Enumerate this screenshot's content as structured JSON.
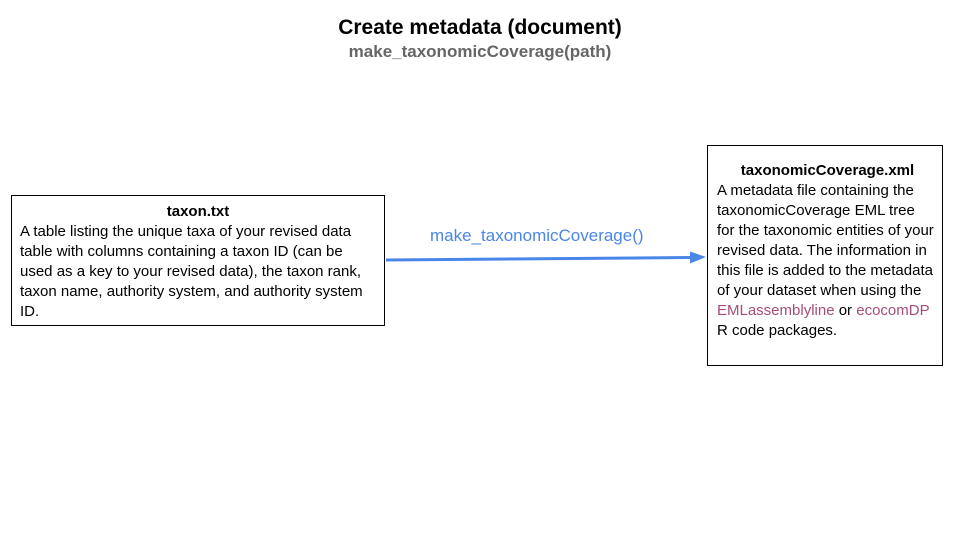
{
  "slide": {
    "title": "Create metadata (document)",
    "subtitle": "make_taxonomicCoverage(path)"
  },
  "input_box": {
    "title": "taxon.txt",
    "body": "A table listing the unique taxa of your revised data table with columns containing a taxon ID (can be used as a key to your revised data), the taxon rank, taxon name, authority system, and authority system ID."
  },
  "edge": {
    "label": "make_taxonomicCoverage()",
    "color": "#4a86e8"
  },
  "output_box": {
    "title": "taxonomicCoverage.xml",
    "body_part1": "A metadata file containing the taxonomicCoverage EML tree for the taxonomic entities of your revised data. The information in this file is added to the metadata of your dataset when using the ",
    "link1": "EMLassemblyline",
    "body_part2": " or ",
    "link2": "ecocomDP",
    "body_part3": " R code packages.",
    "link_color": "#a64d79"
  }
}
